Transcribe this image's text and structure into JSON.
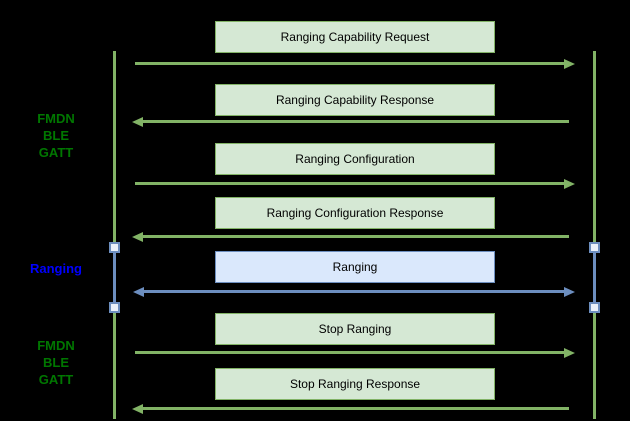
{
  "diagram": {
    "type": "sequence-diagram",
    "background": "#000000",
    "left_labels": [
      {
        "text": "FMDN\nBLE\nGATT",
        "color": "#007700"
      },
      {
        "text": "Ranging",
        "color": "#0000ff"
      },
      {
        "text": "FMDN\nBLE\nGATT",
        "color": "#007700"
      }
    ],
    "messages": [
      {
        "label": "Ranging Capability Request",
        "direction": "right",
        "style": "green"
      },
      {
        "label": "Ranging Capability Response",
        "direction": "left",
        "style": "green"
      },
      {
        "label": "Ranging Configuration",
        "direction": "right",
        "style": "green"
      },
      {
        "label": "Ranging Configuration Response",
        "direction": "left",
        "style": "green"
      },
      {
        "label": "Ranging",
        "direction": "both",
        "style": "blue"
      },
      {
        "label": "Stop Ranging",
        "direction": "right",
        "style": "green"
      },
      {
        "label": "Stop Ranging Response",
        "direction": "left",
        "style": "green"
      }
    ],
    "colors": {
      "green_fill": "#d5e8d4",
      "green_stroke": "#82b366",
      "blue_fill": "#dae8fc",
      "blue_stroke": "#6c8ebf",
      "section_label_green": "#007700",
      "section_label_blue": "#0000ff",
      "box_text": "#000000"
    }
  }
}
